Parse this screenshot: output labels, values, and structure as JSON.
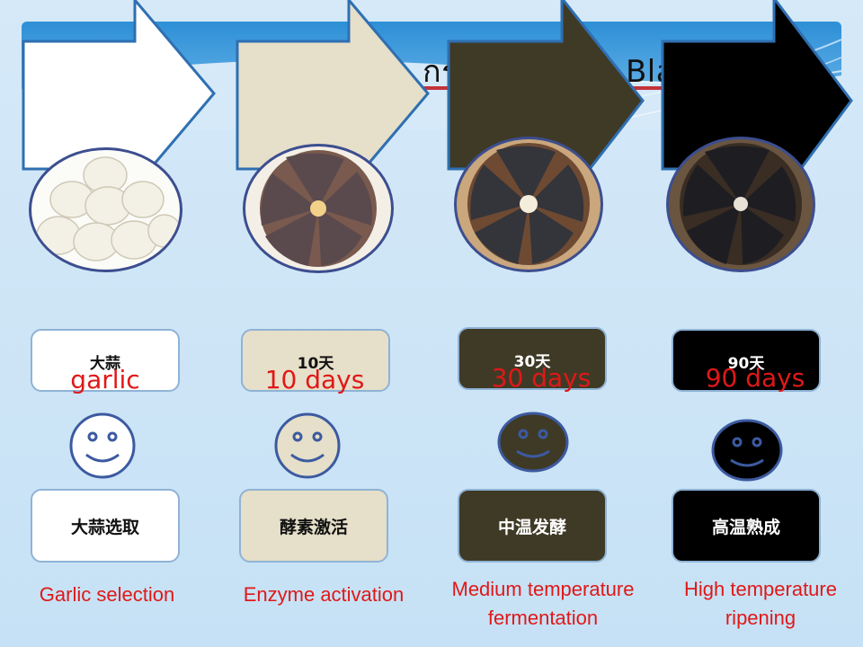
{
  "title": {
    "thai": "กระเทียมดำ",
    "english": "Black  garlic"
  },
  "stages": [
    {
      "top_label": "大蒜",
      "red_label": "garlic",
      "bottom_label": "大蒜选取",
      "caption": "Garlic selection"
    },
    {
      "top_label": "10天",
      "red_label": "10 days",
      "bottom_label": "酵素激活",
      "caption": "Enzyme activation"
    },
    {
      "top_label": "30天",
      "red_label": "30 days",
      "bottom_label": "中温发酵",
      "caption": "Medium temperature fermentation"
    },
    {
      "top_label": "90天",
      "red_label": "90 days",
      "bottom_label": "高温熟成",
      "caption": "High temperature ripening"
    }
  ],
  "colors": {
    "stage1": "#ffffff",
    "stage2": "#e6dfc9",
    "stage3": "#3f3a26",
    "stage4": "#000000",
    "label_red": "#e01818",
    "underline": "#c3333a"
  }
}
